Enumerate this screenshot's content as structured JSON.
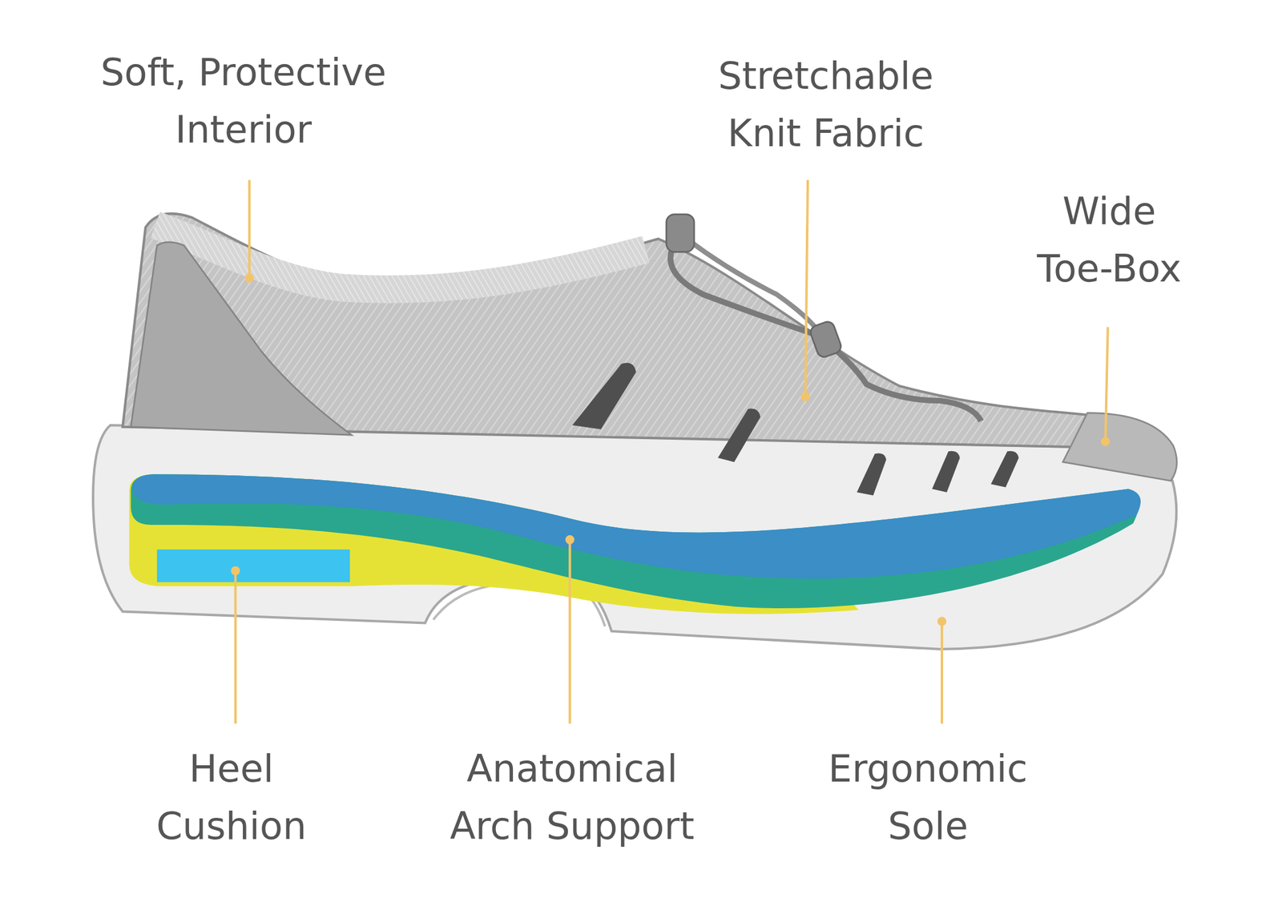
{
  "diagram": {
    "labels": [
      "Soft, Protective Interior",
      "Stretchable Knit Fabric",
      "Wide Toe-Box",
      "Heel Cushion",
      "Anatomical Arch Support",
      "Ergonomic Sole"
    ]
  }
}
